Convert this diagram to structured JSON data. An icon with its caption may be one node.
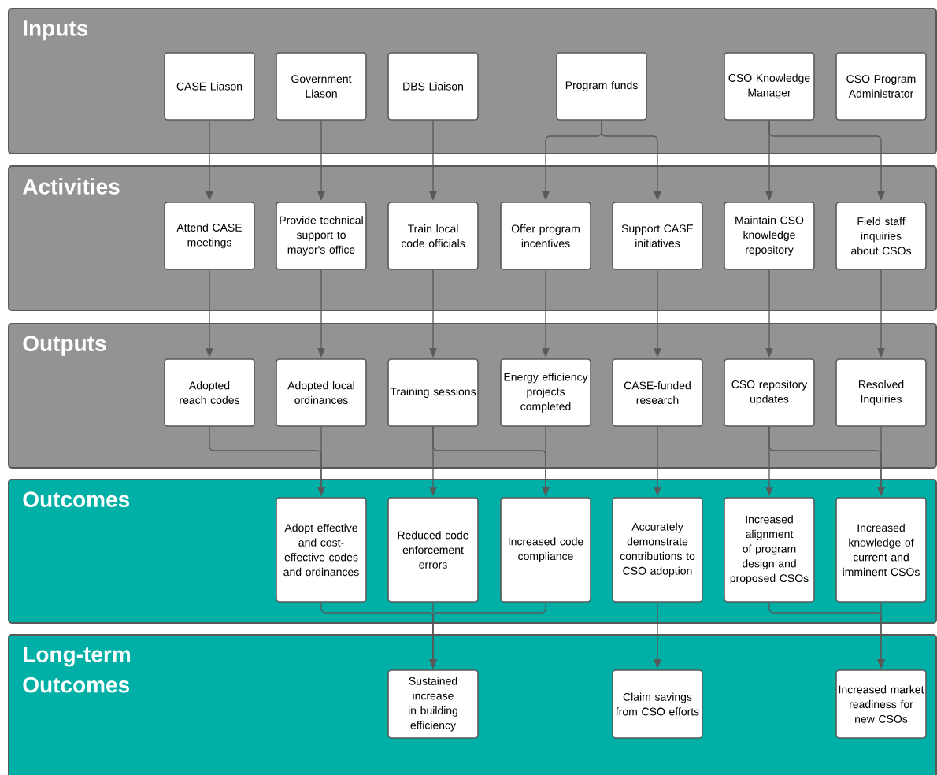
{
  "diagram": {
    "nodes": [
      {
        "text": [
          "Inputs"
        ]
      },
      {
        "text": [
          "CASE Liason"
        ],
        "in": 0
      },
      {
        "text": [
          "Government Liason"
        ],
        "in": 0
      },
      {
        "text": [
          "DBS Liaison"
        ],
        "in": 0
      },
      {
        "text": [
          "Program funds"
        ],
        "in": 0
      },
      {
        "text": [
          "CSO Knowledge Manager"
        ],
        "in": 0
      },
      {
        "text": [
          "CSO Program Administrator"
        ],
        "in": 0
      },
      {
        "text": [
          "Activities"
        ]
      },
      {
        "text": [
          "Attend CASE meetings"
        ],
        "in": 7
      },
      {
        "text": [
          "Provide technical support to mayor's office"
        ],
        "in": 7
      },
      {
        "text": [
          "Train local code officials"
        ],
        "in": 7
      },
      {
        "text": [
          "Offer program incentives"
        ],
        "in": 7
      },
      {
        "text": [
          "Support CASE initiatives"
        ],
        "in": 7
      },
      {
        "text": [
          "Maintain CSO knowledge repository"
        ],
        "in": 7
      },
      {
        "text": [
          "Field staff inquiries about CSOs"
        ],
        "in": 7
      },
      {
        "text": [
          "Outputs"
        ]
      },
      {
        "text": [
          "Adopted reach codes"
        ],
        "in": 15
      },
      {
        "text": [
          "Adopted local ordinances"
        ],
        "in": 15
      },
      {
        "text": [
          "Training sessions"
        ],
        "in": 15
      },
      {
        "text": [
          "Energy efficiency projects completed"
        ],
        "in": 15
      },
      {
        "text": [
          "CASE-funded research"
        ],
        "in": 15
      },
      {
        "text": [
          "CSO repository updates"
        ],
        "in": 15
      },
      {
        "text": [
          "Resolved Inquiries"
        ],
        "in": 15
      },
      {
        "text": [
          "Outcomes"
        ]
      },
      {
        "text": [
          "Adopt effective and cost-effective codes and ordinances"
        ],
        "in": 23
      },
      {
        "text": [
          "Reduced code enforcement errors"
        ],
        "in": 23
      },
      {
        "text": [
          "Increased code compliance"
        ],
        "in": 23
      },
      {
        "text": [
          "Accurately demonstrate contributions to CSO adoption"
        ],
        "in": 23
      },
      {
        "text": [
          "Increased alignment of program design and proposed CSOs"
        ],
        "in": 23
      },
      {
        "text": [
          "Increased knowledge of current and imminent CSOs"
        ],
        "in": 23
      },
      {
        "text": [
          "Long-term Outcomes"
        ]
      },
      {
        "text": [
          "Sustained increase in building efficiency"
        ],
        "in": 30
      },
      {
        "text": [
          "Claim savings from CSO efforts"
        ],
        "in": 30
      },
      {
        "text": [
          "Increased market readiness for new CSOs"
        ],
        "in": 30
      }
    ],
    "edges": [
      {
        "from": 1,
        "to": 8,
        "arrow": "to"
      },
      {
        "from": 2,
        "to": 9,
        "arrow": "to"
      },
      {
        "from": 3,
        "to": 10,
        "arrow": "to"
      },
      {
        "from": 4,
        "to": 11,
        "arrow": "to"
      },
      {
        "from": 4,
        "to": 12,
        "arrow": "to"
      },
      {
        "from": 5,
        "to": 13,
        "arrow": "to"
      },
      {
        "from": 5,
        "to": 14,
        "arrow": "to"
      },
      {
        "from": 8,
        "to": 16,
        "arrow": "to"
      },
      {
        "from": 9,
        "to": 17,
        "arrow": "to"
      },
      {
        "from": 10,
        "to": 18,
        "arrow": "to"
      },
      {
        "from": 11,
        "to": 19,
        "arrow": "to"
      },
      {
        "from": 12,
        "to": 20,
        "arrow": "to"
      },
      {
        "from": 13,
        "to": 21,
        "arrow": "to"
      },
      {
        "from": 14,
        "to": 22,
        "arrow": "to"
      },
      {
        "from": 16,
        "to": 24,
        "arrow": "to"
      },
      {
        "from": 17,
        "to": 24,
        "arrow": "to"
      },
      {
        "from": 18,
        "to": 25,
        "arrow": "to"
      },
      {
        "from": 18,
        "to": 26,
        "arrow": "to"
      },
      {
        "from": 19,
        "to": 26,
        "arrow": "to"
      },
      {
        "from": 20,
        "to": 27,
        "arrow": "to"
      },
      {
        "from": 21,
        "to": 28,
        "arrow": "to"
      },
      {
        "from": 21,
        "to": 29,
        "arrow": "to"
      },
      {
        "from": 22,
        "to": 29,
        "arrow": "to"
      },
      {
        "from": 24,
        "to": 31,
        "arrow": "to"
      },
      {
        "from": 25,
        "to": 31,
        "arrow": "to"
      },
      {
        "from": 26,
        "to": 31,
        "arrow": "to"
      },
      {
        "from": 27,
        "to": 32,
        "arrow": "to"
      },
      {
        "from": 28,
        "to": 33,
        "arrow": "to"
      },
      {
        "from": 29,
        "to": 33,
        "arrow": "to"
      }
    ]
  }
}
